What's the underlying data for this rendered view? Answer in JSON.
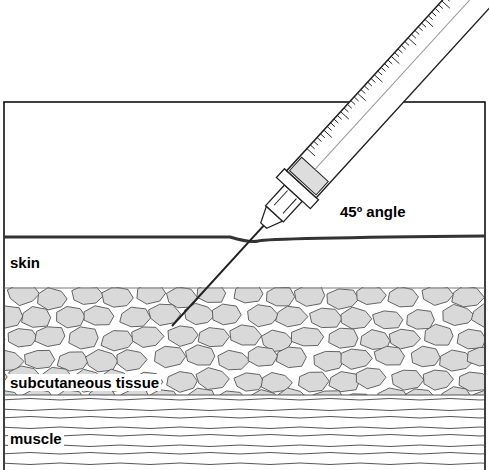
{
  "diagram": {
    "nodes": [
      {
        "text": [
          "skin"
        ]
      },
      {
        "text": [
          "subcutaneous tissue"
        ]
      },
      {
        "text": [
          "muscle"
        ]
      }
    ],
    "labels": [
      "45º angle"
    ]
  }
}
